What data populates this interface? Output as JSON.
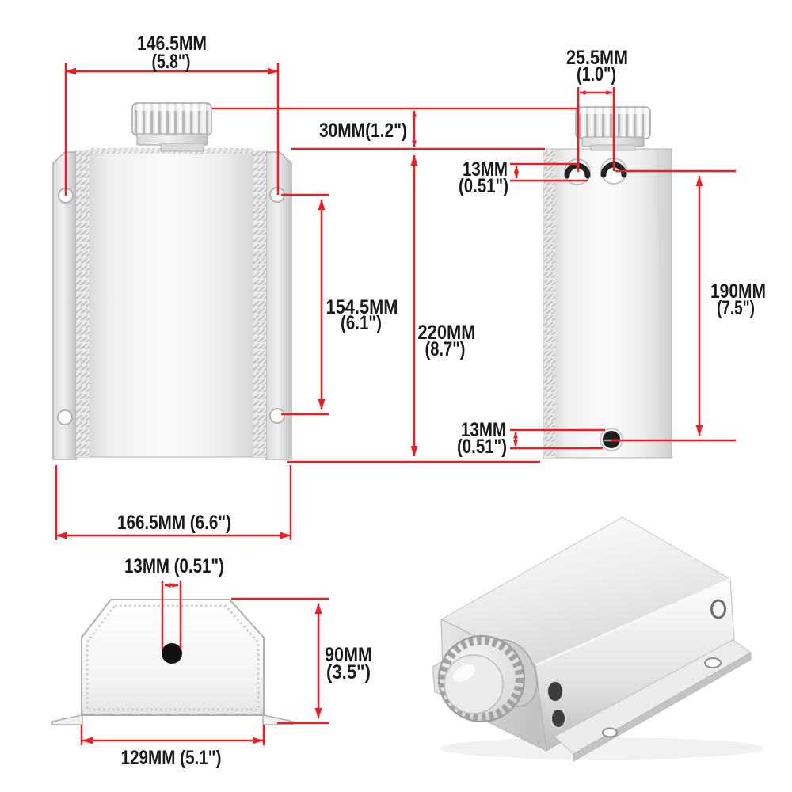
{
  "image": {
    "kind": "product-dimension-diagram",
    "subject": "aluminum overflow coolant tank with mounting brackets and knurled filler cap",
    "background": "#ffffff"
  },
  "style": {
    "dimension_color": "#ee1c23",
    "text_color": "#1a1a1a",
    "metal_light": "#fafafa",
    "metal_dark": "#c6c6c6"
  },
  "dimensions": {
    "front_width": {
      "mm": "146.5MM",
      "inch": "(5.8\")"
    },
    "port_spacing": {
      "mm": "25.5MM",
      "inch": "(1.0\")"
    },
    "neck_height": {
      "text": "30MM(1.2\")"
    },
    "top_port_diameter": {
      "mm": "13MM",
      "inch": "(0.51\")"
    },
    "mount_hole_span": {
      "mm": "154.5MM",
      "inch": "(6.1\")"
    },
    "overall_height": {
      "mm": "220MM",
      "inch": "(8.7\")"
    },
    "port_span_height": {
      "mm": "190MM",
      "inch": "(7.5\")"
    },
    "drain_diameter": {
      "mm": "13MM",
      "inch": "(0.51\")"
    },
    "overall_width": {
      "text": "166.5MM (6.6\")"
    },
    "base_hole_diameter": {
      "text": "13MM (0.51\")"
    },
    "body_depth": {
      "mm": "90MM",
      "inch": "(3.5\")"
    },
    "base_width": {
      "text": "129MM (5.1\")"
    }
  }
}
